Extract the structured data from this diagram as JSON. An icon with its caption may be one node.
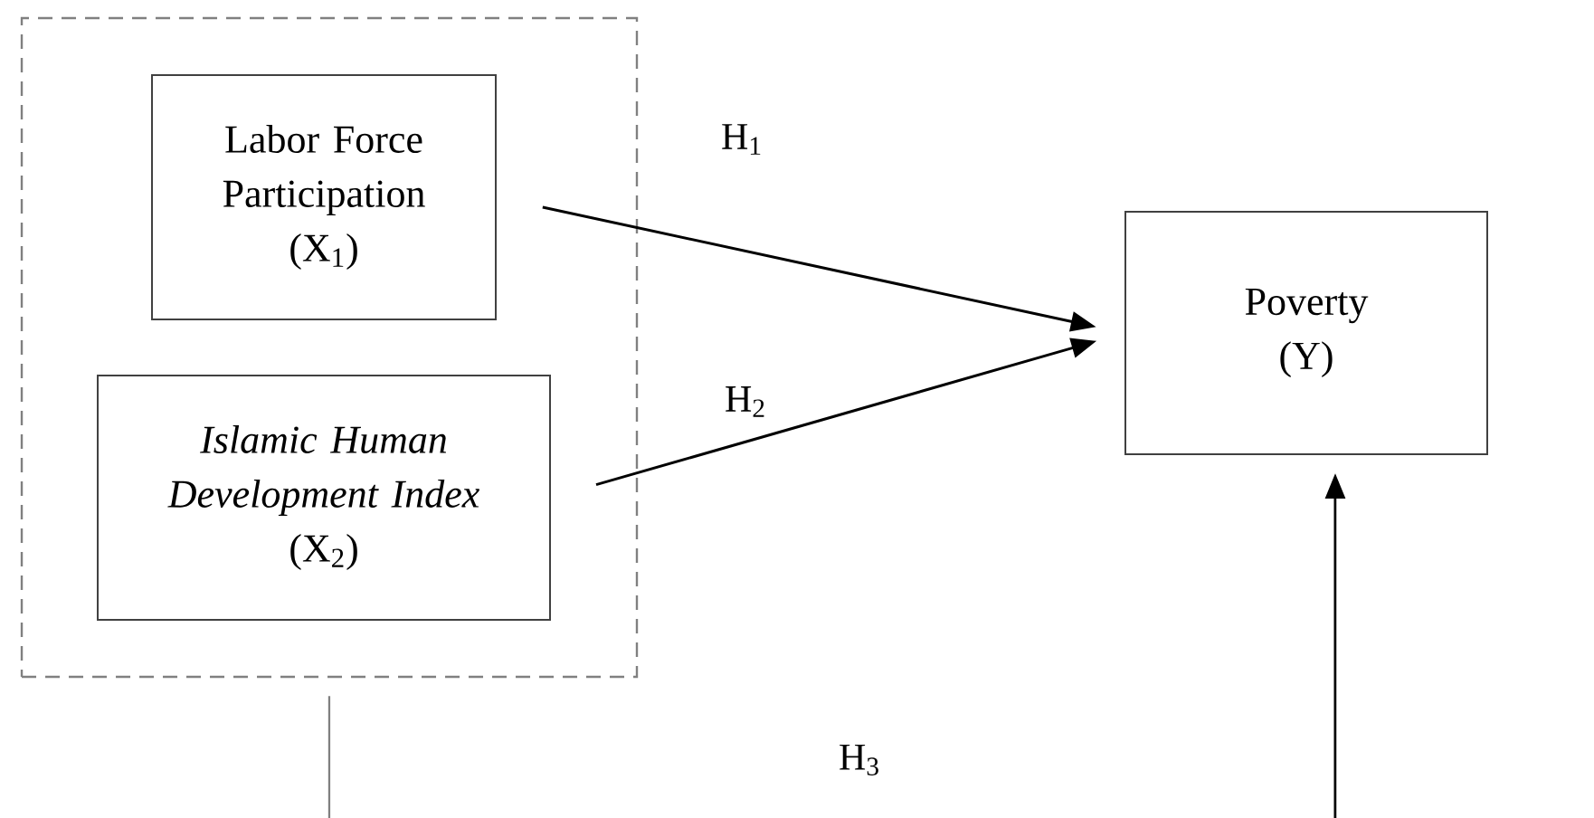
{
  "diagram": {
    "nodes": [
      {
        "text": [],
        "shape": "box"
      },
      {
        "text": [
          "Labor Force Participation",
          "(X$_{1}$)"
        ],
        "in": 0
      },
      {
        "text": [
          "Islamic Human Development Index",
          "(X$_{2}$)"
        ],
        "in": 0
      },
      {
        "text": [
          "Poverty",
          "(Y)"
        ]
      }
    ],
    "edges": [
      {
        "from": 1,
        "to": 3,
        "arrow": "to",
        "label": "H$_{1}$"
      },
      {
        "from": 2,
        "to": 3,
        "arrow": "to",
        "label": "H$_{2}$"
      },
      {
        "from": 0,
        "to": null,
        "arrow": "none",
        "color": "#808080"
      },
      {
        "from": null,
        "to": 3,
        "arrow": "to"
      }
    ],
    "labels": [
      "H$_{3}$"
    ]
  }
}
